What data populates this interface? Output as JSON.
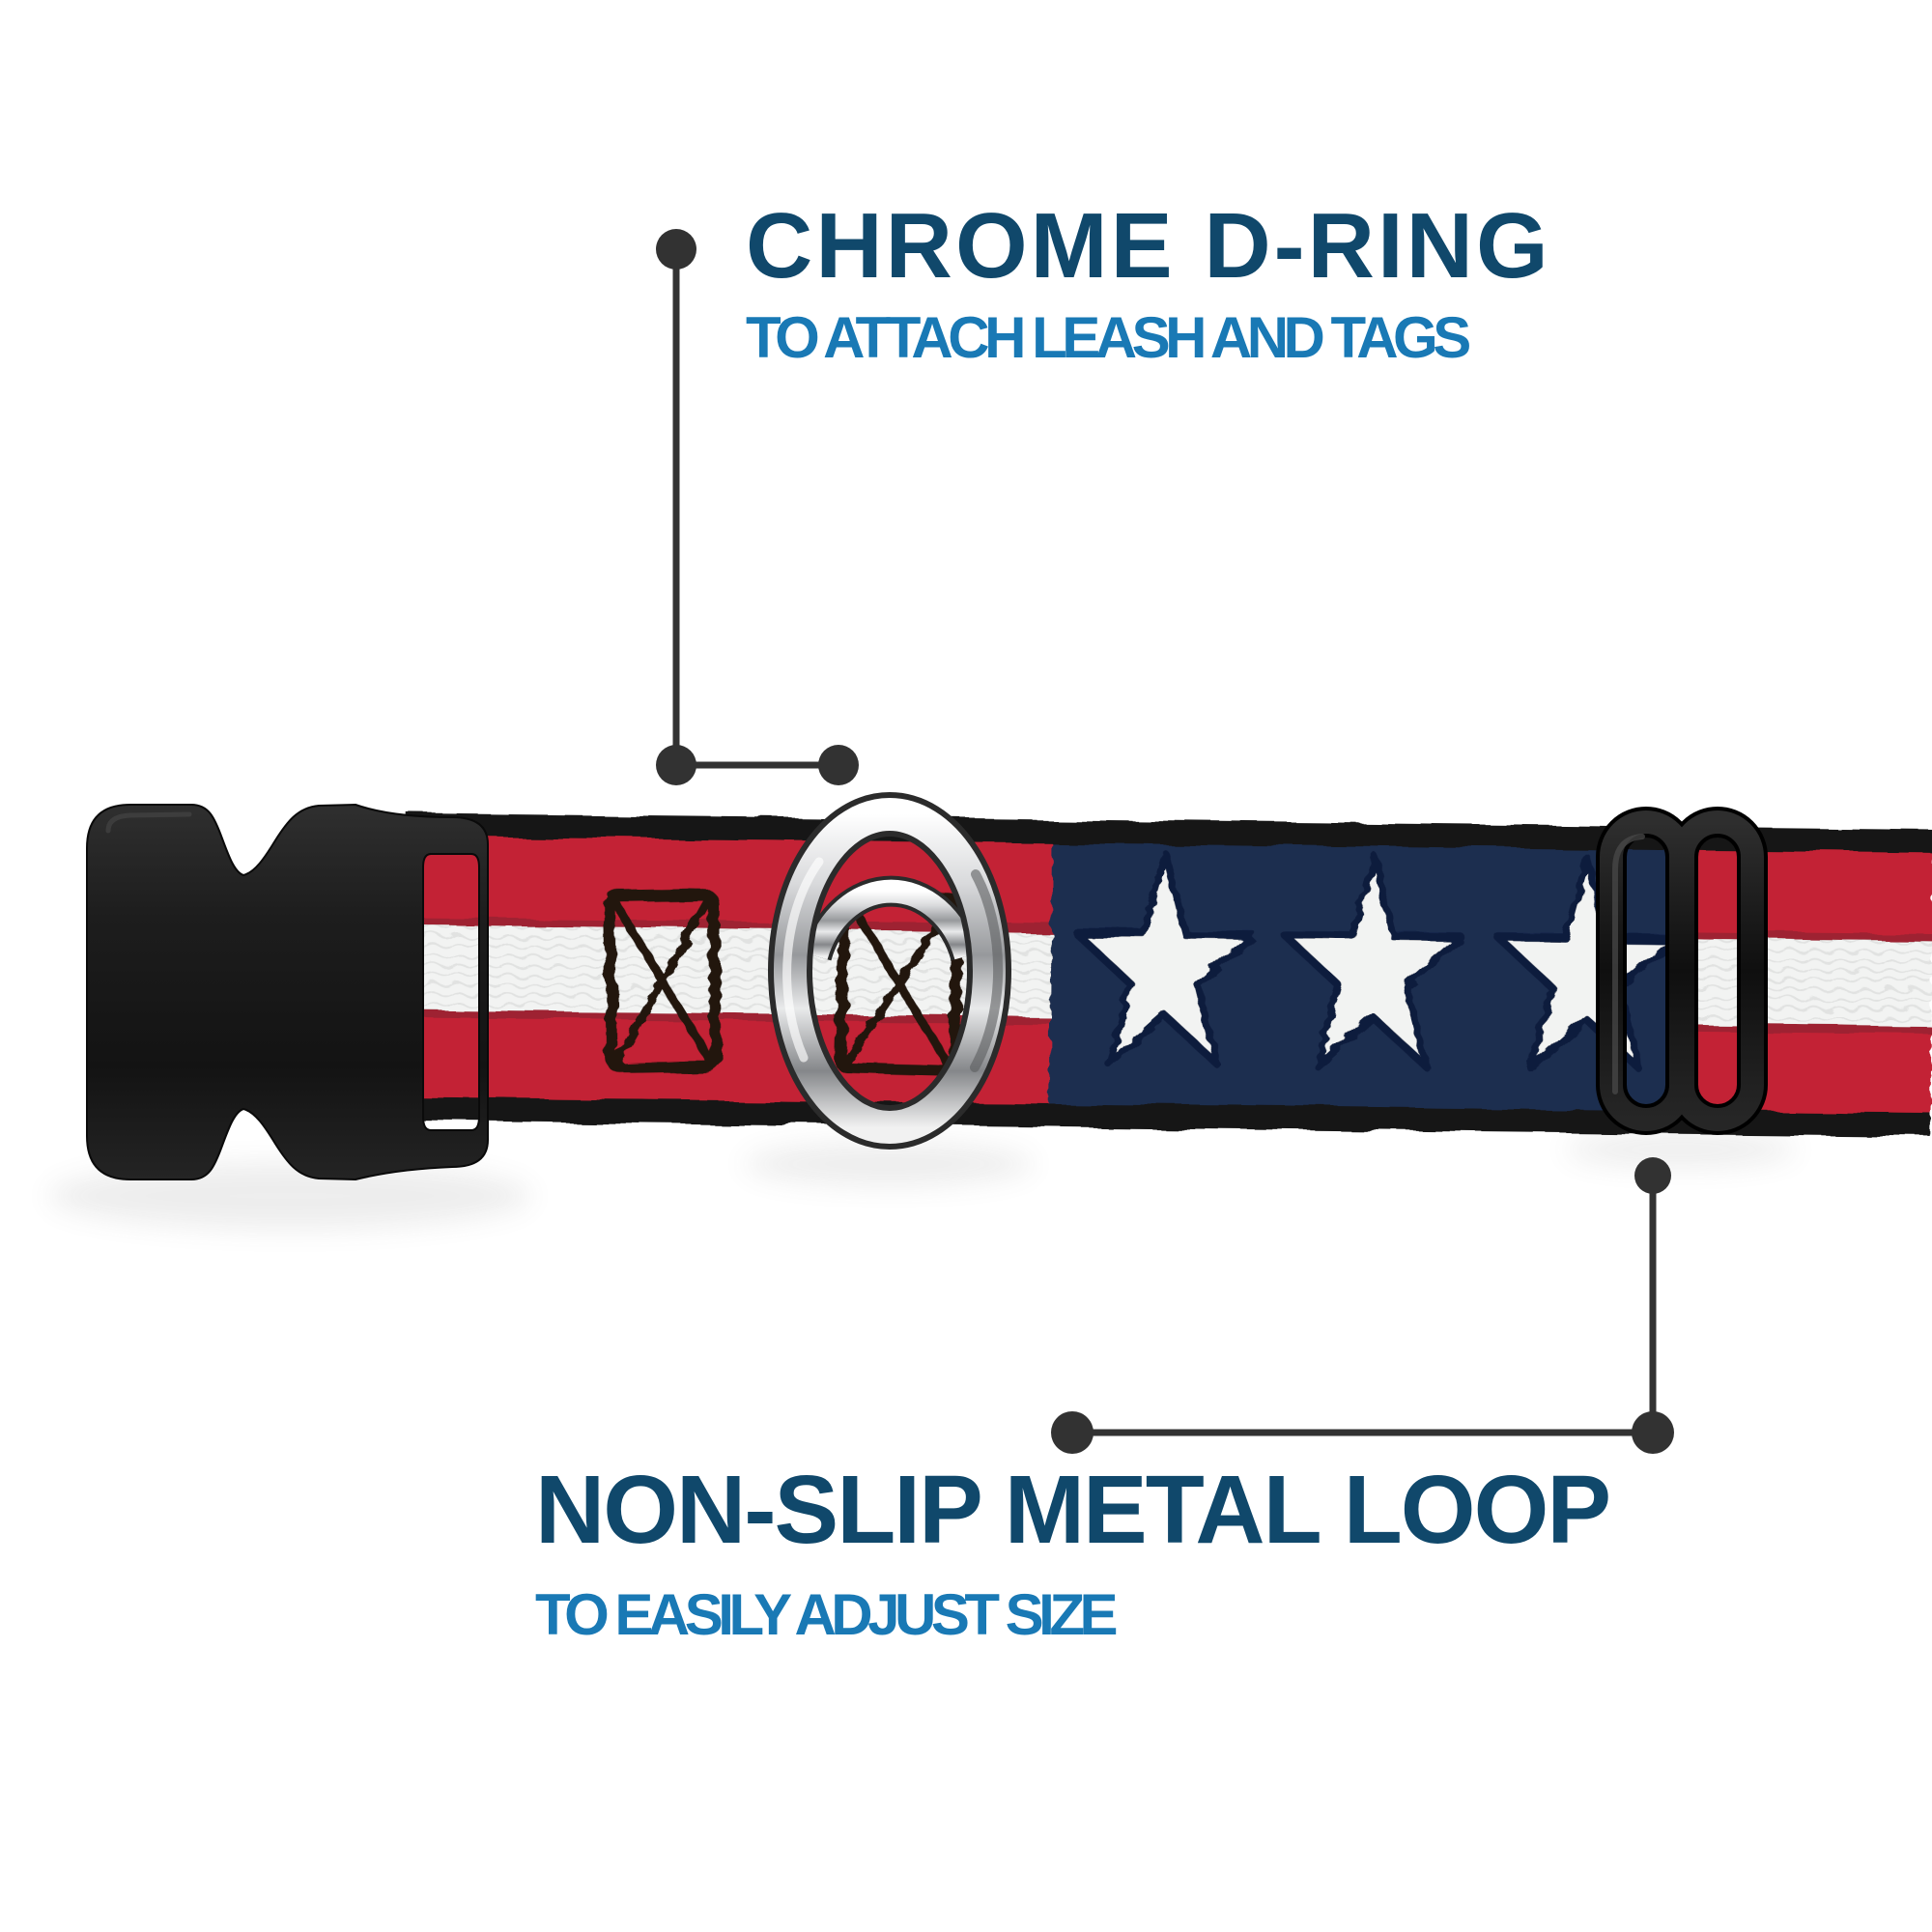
{
  "page": {
    "background": "#ffffff",
    "kind": "product-feature-infographic"
  },
  "callouts": [
    {
      "id": "top",
      "title": "CHROME D-RING",
      "subtitle": "TO ATTACH LEASH AND TAGS",
      "points_to": "chrome-d-ring"
    },
    {
      "id": "bottom",
      "title": "NON-SLIP METAL LOOP",
      "subtitle": "TO EASILY ADJUST SIZE",
      "points_to": "metal-slider-loop"
    }
  ],
  "collar": {
    "pattern": "american-flag-stars-and-stripes",
    "visible_full_stars": 2,
    "visible_partial_stars": 1,
    "stitch_boxes": 2,
    "hardware": [
      "black-plastic-side-release-buckle",
      "chrome-d-ring",
      "black-metal-tri-glide-loop"
    ]
  },
  "colors": {
    "bg": "#ffffff",
    "heading-blue": "#10486b",
    "subtitle-blue": "#1979b5",
    "line-gray": "#323232",
    "flag-red": "#c32136",
    "flag-red-dark": "#9e2331",
    "flag-navy": "#1e2d50",
    "star-outline": "#0f1e3c",
    "stripe-white": "#f2f3f2",
    "weave-gray": "#d9dbda",
    "edge-black": "#121212",
    "stitch-brown": "#22130b",
    "chrome-mid": "#b9babc",
    "plastic-black": "#1a1a1a"
  }
}
